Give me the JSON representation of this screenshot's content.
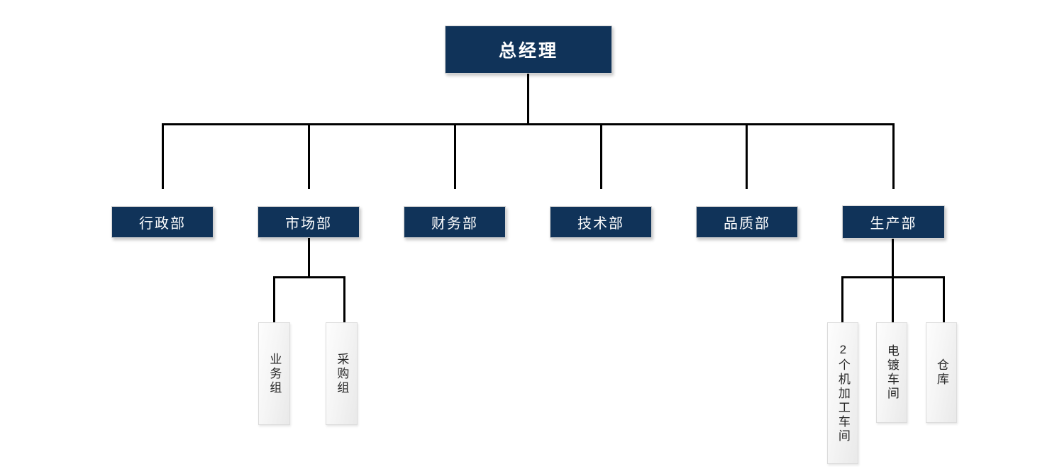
{
  "chart": {
    "title_root": "总经理",
    "theme": {
      "navy_fill": "#103359",
      "navy_text": "#ffffff",
      "gray_fill": "#f2f2f2",
      "gray_text": "#262626",
      "line_color": "#000000",
      "background": "#ffffff"
    },
    "levels": {
      "level1": [
        {
          "label": "总经理"
        }
      ],
      "level2": [
        {
          "label": "行政部"
        },
        {
          "label": "市场部"
        },
        {
          "label": "财务部"
        },
        {
          "label": "技术部"
        },
        {
          "label": "品质部"
        },
        {
          "label": "生产部"
        }
      ],
      "level3_marketing": [
        {
          "label": "业务组"
        },
        {
          "label": "采购组"
        }
      ],
      "level3_production": [
        {
          "label": "2个机加工车间"
        },
        {
          "label": "电镀车间"
        },
        {
          "label": "仓库"
        }
      ]
    }
  }
}
